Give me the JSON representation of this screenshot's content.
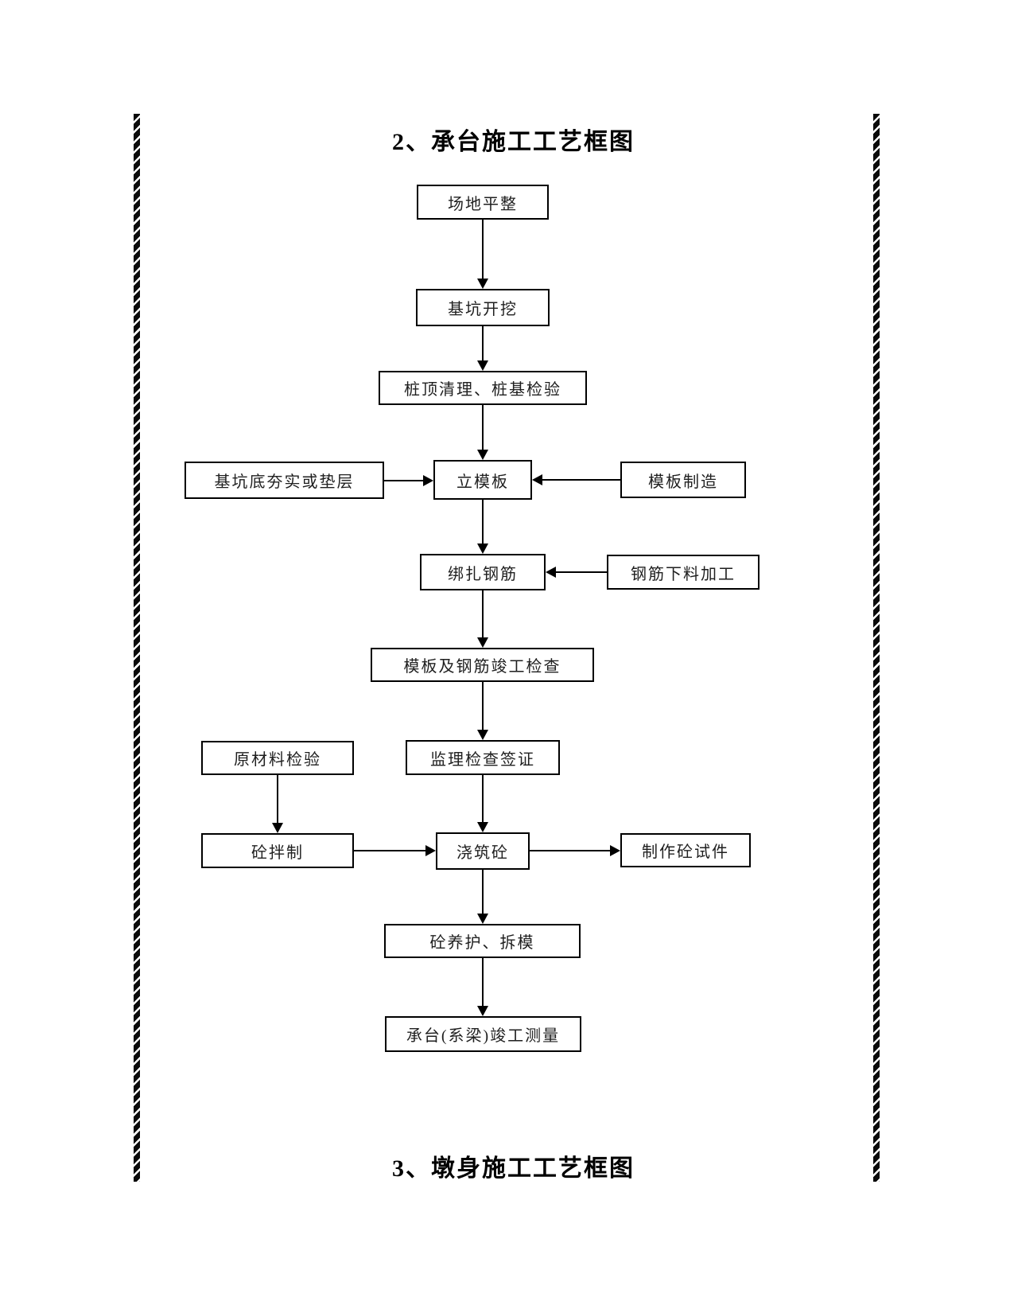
{
  "document": {
    "section2_title": "2、承台施工工艺框图",
    "section3_title": "3、墩身施工工艺框图"
  },
  "colors": {
    "ink": "#000000",
    "paper": "#ffffff"
  },
  "flowchart": {
    "nodes": {
      "site_leveling": "场地平整",
      "pit_excavation": "基坑开挖",
      "pile_head_cleaning": "桩顶清理、桩基检验",
      "pit_bottom_compaction": "基坑底夯实或垫层",
      "erect_formwork": "立模板",
      "formwork_fabrication": "模板制造",
      "tie_rebar": "绑扎钢筋",
      "rebar_processing": "钢筋下料加工",
      "formwork_rebar_completion_check": "模板及钢筋竣工检查",
      "raw_material_inspection": "原材料检验",
      "supervision_check_visa": "监理检查签证",
      "concrete_mixing": "砼拌制",
      "concrete_pouring": "浇筑砼",
      "concrete_test_specimen": "制作砼试件",
      "curing_and_demolding": "砼养护、拆模",
      "completion_survey": "承台(系梁)竣工测量"
    },
    "edges": [
      {
        "from": "site_leveling",
        "to": "pit_excavation"
      },
      {
        "from": "pit_excavation",
        "to": "pile_head_cleaning"
      },
      {
        "from": "pile_head_cleaning",
        "to": "erect_formwork"
      },
      {
        "from": "pit_bottom_compaction",
        "to": "erect_formwork"
      },
      {
        "from": "formwork_fabrication",
        "to": "erect_formwork"
      },
      {
        "from": "erect_formwork",
        "to": "tie_rebar"
      },
      {
        "from": "rebar_processing",
        "to": "tie_rebar"
      },
      {
        "from": "tie_rebar",
        "to": "formwork_rebar_completion_check"
      },
      {
        "from": "formwork_rebar_completion_check",
        "to": "supervision_check_visa"
      },
      {
        "from": "raw_material_inspection",
        "to": "concrete_mixing"
      },
      {
        "from": "supervision_check_visa",
        "to": "concrete_pouring"
      },
      {
        "from": "concrete_mixing",
        "to": "concrete_pouring"
      },
      {
        "from": "concrete_pouring",
        "to": "concrete_test_specimen"
      },
      {
        "from": "concrete_pouring",
        "to": "curing_and_demolding"
      },
      {
        "from": "curing_and_demolding",
        "to": "completion_survey"
      }
    ]
  }
}
